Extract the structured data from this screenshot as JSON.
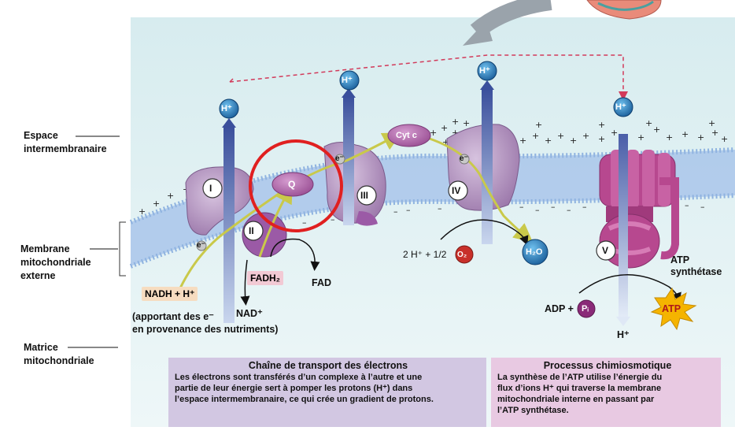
{
  "side_labels": {
    "intermembrane": [
      "Espace",
      "intermembranaire"
    ],
    "membrane": [
      "Membrane",
      "mitochondriale",
      "externe"
    ],
    "matrix": [
      "Matrice",
      "mitochondriale"
    ]
  },
  "complexes": {
    "c1": "I",
    "c2": "II",
    "c3": "III",
    "c4": "IV",
    "c5": "V",
    "q": "Q",
    "cytc": "Cyt c"
  },
  "ions": {
    "h_plus": "H⁺",
    "electron": "e⁻"
  },
  "molecules": {
    "nadh": "NADH + H⁺",
    "nad": "NAD⁺",
    "fadh2": "FADH₂",
    "fad": "FAD",
    "oxygen_equation": "2 H⁺ + 1/2",
    "o2": "O₂",
    "h2o": "H₂O",
    "adp": "ADP +",
    "pi": "Pᵢ",
    "atp": "ATP",
    "h_matrix": "H⁺"
  },
  "annotations": {
    "nadh_source": [
      "(apportant des e⁻",
      "en provenance des nutriments)"
    ],
    "atp_synthase": [
      "ATP",
      "synthétase"
    ]
  },
  "info_boxes": {
    "etc": {
      "title": "Chaîne de transport des électrons",
      "lines": [
        "Les électrons sont transférés d’un complexe à l’autre et une",
        "partie de leur énergie sert à pomper les protons (H⁺) dans",
        "l’espace intermembranaire, ce qui crée un gradient de protons."
      ]
    },
    "chemiosmosis": {
      "title": "Processus chimiosmotique",
      "lines": [
        "La synthèse de l’ATP utilise l’énergie du",
        "flux d’ions H⁺ qui traverse la membrane",
        "mitochondriale interne en passant par",
        "l’ATP synthétase."
      ]
    }
  },
  "colors": {
    "background": "#dff0f2",
    "membrane": "#a9c6ea",
    "protein": "#b898c4",
    "atp_synthase": "#b7488f",
    "h_ion": "#1e6ea8",
    "proton_column": "#3a5ea8",
    "electron_path": "#c9c94a",
    "dashed_arrow": "#d23a5a",
    "highlight_circle": "#e02020",
    "etc_box": "#d2c7e2",
    "chemio_box": "#e8c9e2",
    "atp_star": "#f5b400"
  }
}
